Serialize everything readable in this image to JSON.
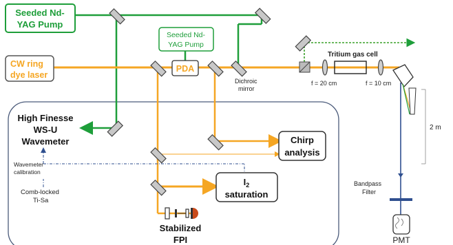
{
  "labels": {
    "seeded_pump_main": [
      "Seeded Nd-",
      "YAG Pump"
    ],
    "seeded_pump_small": [
      "Seeded Nd-",
      "YAG Pump"
    ],
    "cw_laser": [
      "CW ring",
      "dye laser"
    ],
    "pda": "PDA",
    "dichroic": [
      "Dichroic",
      "mirror"
    ],
    "tritium_cell": "Tritium gas cell",
    "f_lens1": "f = 20 cm",
    "f_lens2": "f = 10 cm",
    "distance": "2 m",
    "bandpass": [
      "Bandpass",
      "Filter"
    ],
    "pmt": "PMT",
    "wavemeter": [
      "High Finesse",
      "WS-U",
      "Wavemeter"
    ],
    "wavemeter_cal": [
      "Wavemeter",
      "calibration"
    ],
    "comb": [
      "Comb-locked",
      "Ti-Sa"
    ],
    "chirp": [
      "Chirp",
      "analysis"
    ],
    "i2_main": "I",
    "i2_sub": "2",
    "i2_word": "saturation",
    "fpi": [
      "Stabilized",
      "FPI"
    ]
  },
  "colors": {
    "green": "#1e9e3a",
    "orange": "#f5a623",
    "blue": "#2f4f8f",
    "box_border": "#4a5a7a",
    "dark": "#111111"
  }
}
